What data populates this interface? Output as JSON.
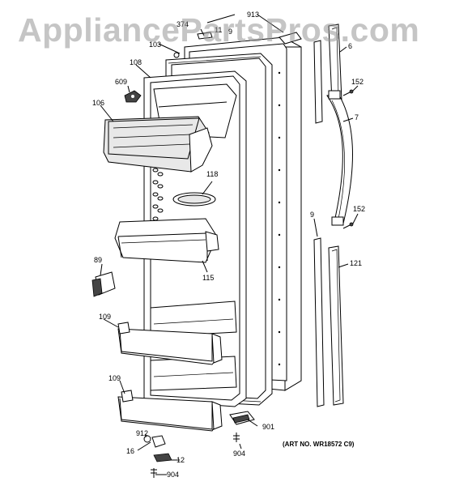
{
  "watermark": "AppliancePartsPros.com",
  "art_number": "(ART NO. WR18572 C9)",
  "callouts": {
    "c913": "913",
    "c374": "374",
    "c11": "11",
    "c9top": "9",
    "c103": "103",
    "c108": "108",
    "c609": "609",
    "c106": "106",
    "c6": "6",
    "c152a": "152",
    "c7": "7",
    "c118": "118",
    "c9mid": "9",
    "c152b": "152",
    "c89": "89",
    "c115": "115",
    "c121": "121",
    "c109a": "109",
    "c109b": "109",
    "c901": "901",
    "c912": "912",
    "c16": "16",
    "c12": "12",
    "c904a": "904",
    "c904b": "904"
  }
}
